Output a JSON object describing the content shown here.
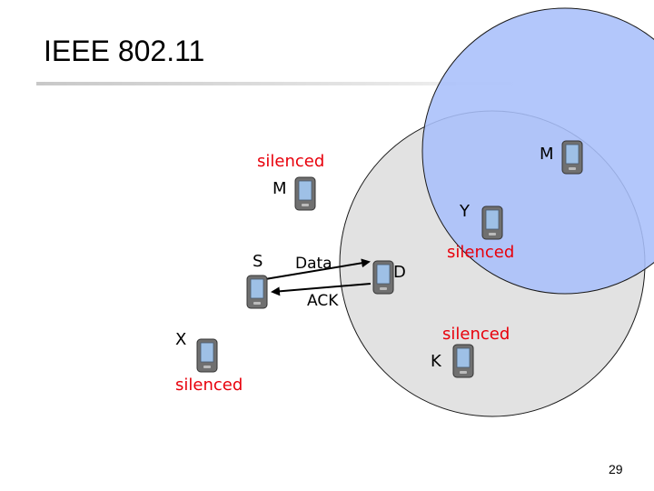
{
  "slide": {
    "title": "IEEE 802.11",
    "page_number": "29"
  },
  "colors": {
    "grey_range": "#e2e2e2",
    "blue_range": "#a9bffa",
    "silenced_text": "#e8000b"
  },
  "nodes": {
    "m_top_right": {
      "label": "M"
    },
    "m_middle": {
      "label": "M",
      "status": "silenced"
    },
    "y": {
      "label": "Y"
    },
    "s": {
      "label": "S"
    },
    "d": {
      "label": "D"
    },
    "x": {
      "label": "X",
      "status": "silenced"
    },
    "k": {
      "label": "K",
      "status": "silenced"
    },
    "y_status": {
      "status": "silenced"
    }
  },
  "links": {
    "data_label": "Data",
    "ack_label": "ACK"
  }
}
